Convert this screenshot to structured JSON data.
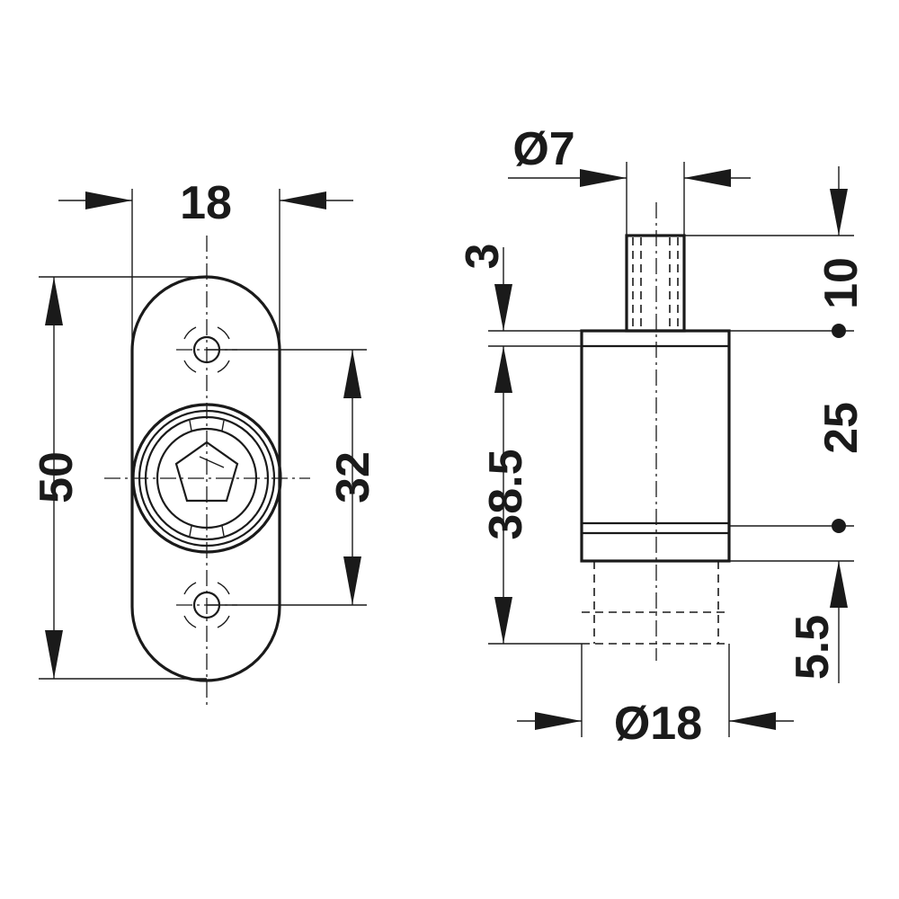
{
  "front_view": {
    "width_label": "18",
    "height_label": "50",
    "hole_spacing_label": "32"
  },
  "side_view": {
    "pin_diameter_label": "Ø7",
    "collar_label": "3",
    "pin_length_label": "10",
    "body_height_label": "38.5",
    "point_spacing_label": "25",
    "bottom_offset_label": "5.5",
    "body_diameter_label": "Ø18"
  }
}
